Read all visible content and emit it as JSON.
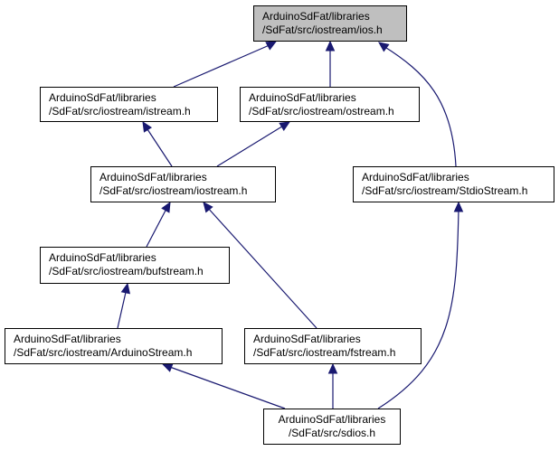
{
  "graph": {
    "edge_color": "#191970",
    "root_fill": "#bfbfbf",
    "nodes": {
      "ios": {
        "line1": "ArduinoSdFat/libraries",
        "line2": "/SdFat/src/iostream/ios.h"
      },
      "istream": {
        "line1": "ArduinoSdFat/libraries",
        "line2": "/SdFat/src/iostream/istream.h"
      },
      "ostream": {
        "line1": "ArduinoSdFat/libraries",
        "line2": "/SdFat/src/iostream/ostream.h"
      },
      "iostream": {
        "line1": "ArduinoSdFat/libraries",
        "line2": "/SdFat/src/iostream/iostream.h"
      },
      "stdiostream": {
        "line1": "ArduinoSdFat/libraries",
        "line2": "/SdFat/src/iostream/StdioStream.h"
      },
      "bufstream": {
        "line1": "ArduinoSdFat/libraries",
        "line2": "/SdFat/src/iostream/bufstream.h"
      },
      "arduinostream": {
        "line1": "ArduinoSdFat/libraries",
        "line2": "/SdFat/src/iostream/ArduinoStream.h"
      },
      "fstream": {
        "line1": "ArduinoSdFat/libraries",
        "line2": "/SdFat/src/iostream/fstream.h"
      },
      "sdios": {
        "line1": "ArduinoSdFat/libraries",
        "line2": "/SdFat/src/sdios.h"
      }
    },
    "edges": [
      {
        "from": "istream",
        "to": "ios"
      },
      {
        "from": "ostream",
        "to": "ios"
      },
      {
        "from": "stdiostream",
        "to": "ios"
      },
      {
        "from": "iostream",
        "to": "istream"
      },
      {
        "from": "iostream",
        "to": "ostream"
      },
      {
        "from": "bufstream",
        "to": "iostream"
      },
      {
        "from": "fstream",
        "to": "iostream"
      },
      {
        "from": "arduinostream",
        "to": "bufstream"
      },
      {
        "from": "sdios",
        "to": "arduinostream"
      },
      {
        "from": "sdios",
        "to": "fstream"
      },
      {
        "from": "sdios",
        "to": "stdiostream"
      }
    ]
  }
}
